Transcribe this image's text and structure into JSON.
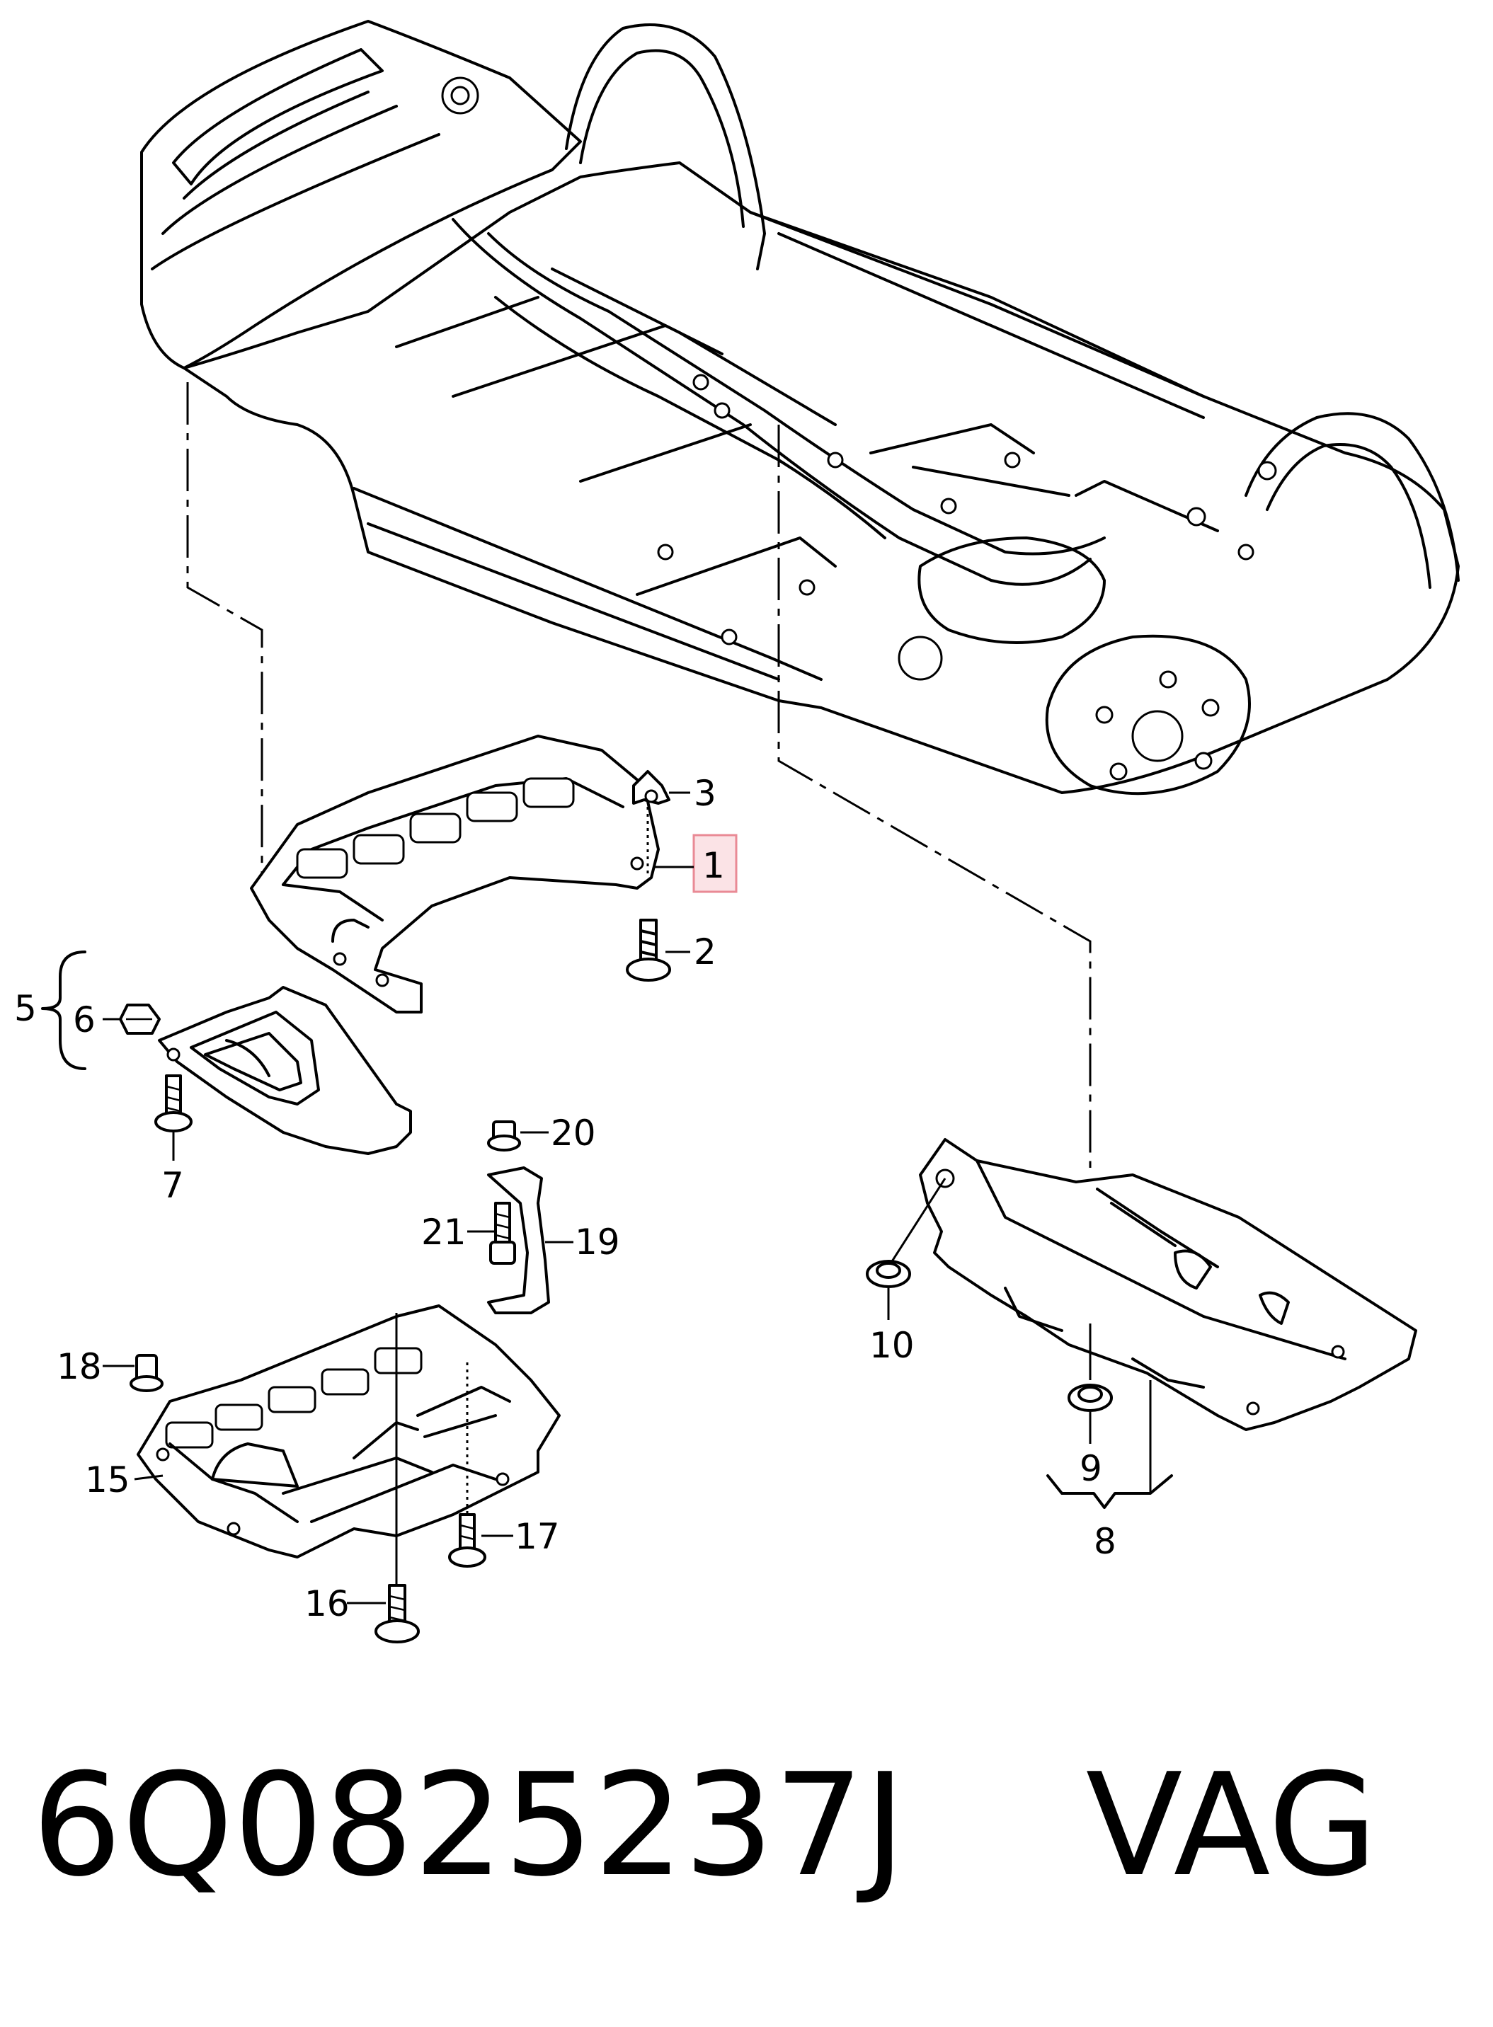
{
  "callouts": {
    "c1": "1",
    "c2": "2",
    "c3": "3",
    "c5": "5",
    "c6": "6",
    "c7": "7",
    "c8": "8",
    "c9": "9",
    "c10": "10",
    "c15": "15",
    "c16": "16",
    "c17": "17",
    "c18": "18",
    "c19": "19",
    "c20": "20",
    "c21": "21"
  },
  "footer": {
    "part_number": "6Q0825237J    VAG"
  },
  "colors": {
    "highlight_fill": "#fbe3e6",
    "highlight_stroke": "#e98a95",
    "line": "#000000"
  }
}
